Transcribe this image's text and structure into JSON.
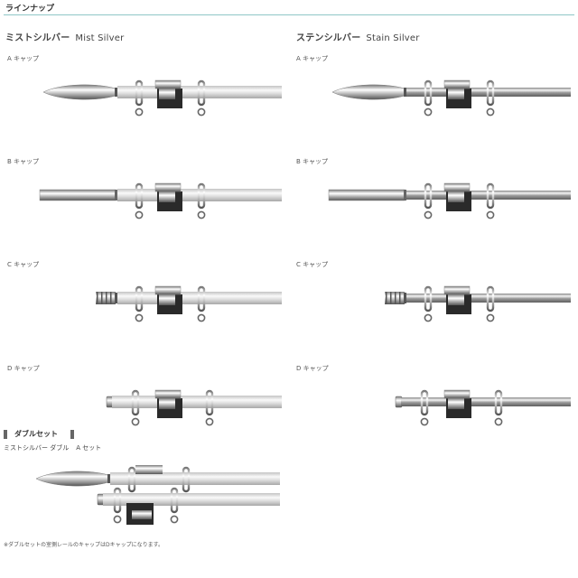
{
  "page": {
    "title": "ラインナップ"
  },
  "columns": [
    {
      "name_ja": "ミストシルバー",
      "name_en": "Mist Silver",
      "finish": "mist",
      "variants": [
        {
          "label": "A キャップ",
          "cap": "A"
        },
        {
          "label": "B キャップ",
          "cap": "B"
        },
        {
          "label": "C キャップ",
          "cap": "C"
        },
        {
          "label": "D キャップ",
          "cap": "D"
        }
      ]
    },
    {
      "name_ja": "ステンシルバー",
      "name_en": "Stain Silver",
      "finish": "stain",
      "variants": [
        {
          "label": "A キャップ",
          "cap": "A"
        },
        {
          "label": "B キャップ",
          "cap": "B"
        },
        {
          "label": "C キャップ",
          "cap": "C"
        },
        {
          "label": "D キャップ",
          "cap": "D"
        }
      ]
    }
  ],
  "double_set": {
    "header": "ダブルセット",
    "subtitle_finish": "ミストシルバー ダブル",
    "subtitle_set": "A セット"
  },
  "footnote": "※ダブルセットの室側レールのキャップはDキャップになります。",
  "colors": {
    "rule": "#8fc7c7",
    "mist_rod": "#dcdcdc",
    "stain_rod": "#b5b5b5",
    "bracket": "#2a2a2a"
  }
}
